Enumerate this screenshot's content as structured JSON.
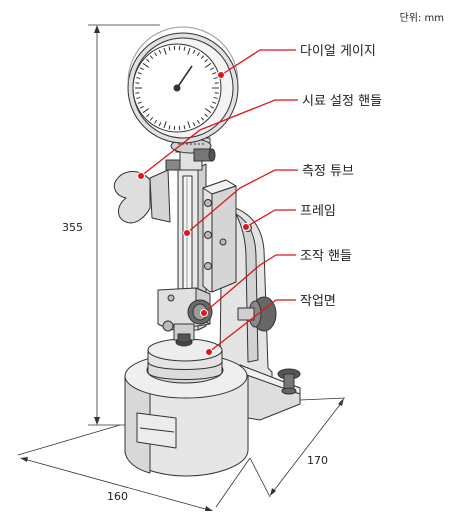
{
  "unit_label": "단위: mm",
  "dimensions": {
    "height": "355",
    "width": "160",
    "depth": "170"
  },
  "labels": {
    "dial_gauge": "다이얼 게이지",
    "sample_handle": "시료 설정 핸들",
    "measuring_tube": "측정 튜브",
    "frame": "프레임",
    "operating_handle": "조작 핸들",
    "work_surface": "작업면"
  },
  "colors": {
    "leader": "#e0151b",
    "body": "#e9e9e9",
    "shade": "#cfcfcf",
    "ink": "#333333"
  }
}
